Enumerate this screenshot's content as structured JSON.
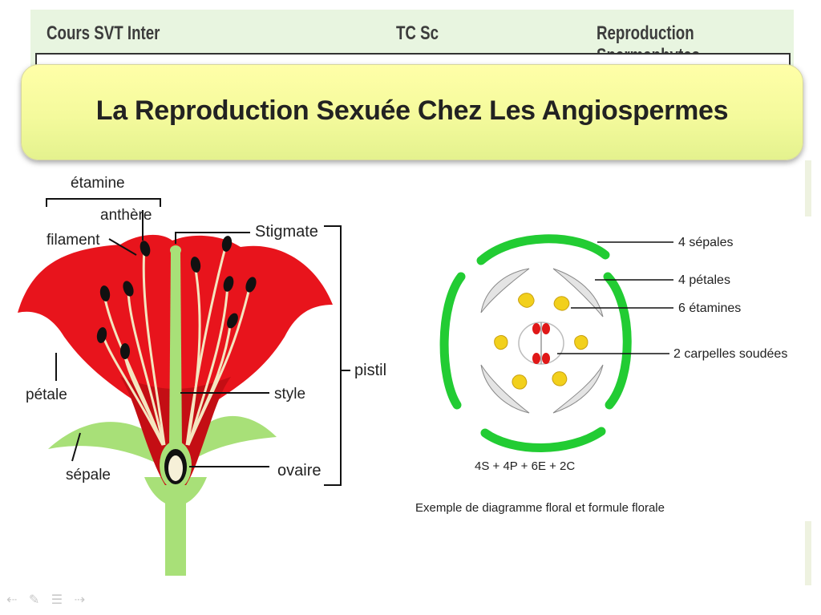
{
  "header": {
    "left": "Cours SVT Inter",
    "center": "TC Sc",
    "right": "Reproduction Spermaphytes"
  },
  "title": "La Reproduction Sexuée Chez Les  Angiospermes",
  "flower_labels": {
    "etamine": "étamine",
    "anthere": "anthère",
    "filament": "filament",
    "stigmate": "Stigmate",
    "pistil": "pistil",
    "petale": "pétale",
    "style": "style",
    "sepale": "sépale",
    "ovaire": "ovaire"
  },
  "floral_diagram": {
    "labels": {
      "sepales": "4 sépales",
      "petales": "4 pétales",
      "etamines": "6 étamines",
      "carpelles": "2 carpelles soudées"
    },
    "formula": "4S + 4P + 6E + 2C",
    "caption": "Exemple de diagramme floral et formule florale"
  },
  "colors": {
    "petal": "#e8141c",
    "sepal": "#a8e078",
    "sepal_diagram": "#22cc33",
    "stamen_yellow": "#f2d01c",
    "carpel_red": "#e01818",
    "title_bg": "#f4fa9c"
  },
  "nav_icons": [
    "arrow-left-icon",
    "pen-icon",
    "menu-icon",
    "arrow-right-icon"
  ]
}
